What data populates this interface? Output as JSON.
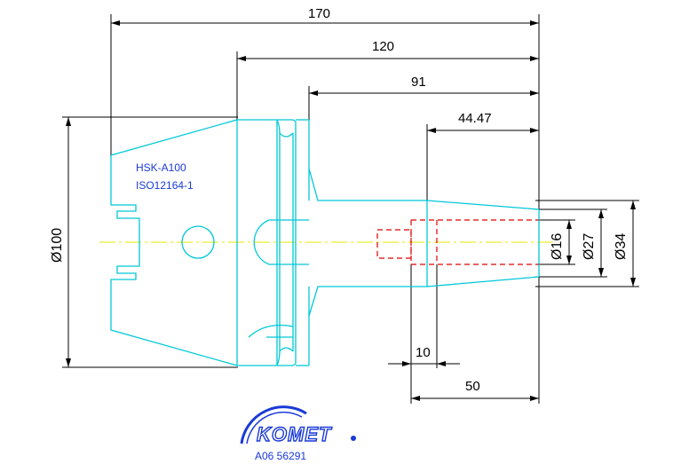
{
  "part": {
    "label_line1": "HSK-A100",
    "label_line2": "ISO12164-1"
  },
  "dimensions": {
    "overall_length": "170",
    "flange_to_end": "120",
    "neck_length": "91",
    "bore_depth": "44.47",
    "small_offset": "10",
    "insert_length": "50",
    "flange_diameter": "Ø100",
    "bore_diameter": "Ø16",
    "insert_diameter": "Ø27",
    "outer_diameter": "Ø34"
  },
  "logo": {
    "brand": "KOMET",
    "code": "A06 56291"
  },
  "colors": {
    "outline": "#00c8d8",
    "center_line": "#e8e800",
    "hidden_line": "#e00000",
    "text_blue": "#1a3ad8",
    "dimension": "#000000"
  }
}
